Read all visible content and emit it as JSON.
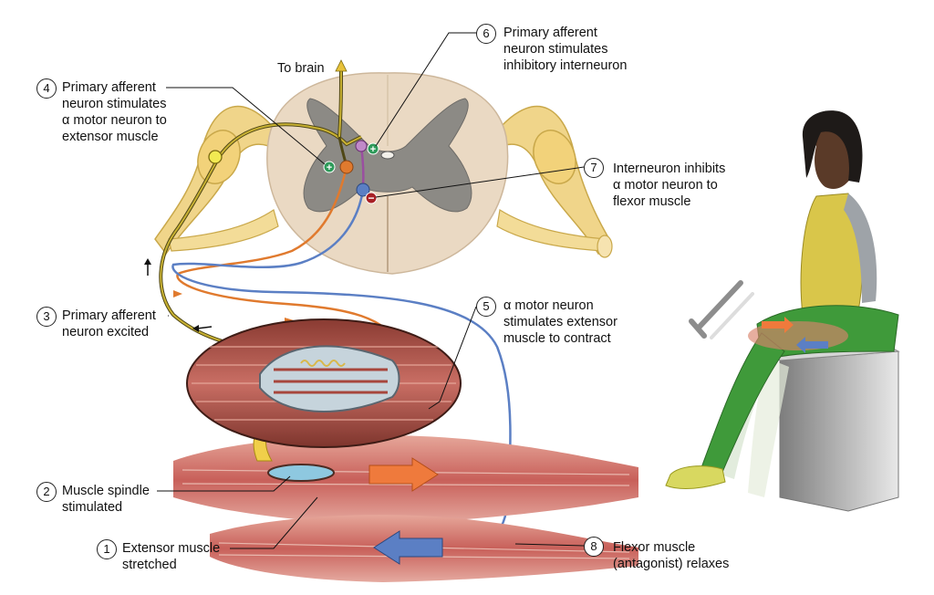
{
  "figure": {
    "to_brain": "To brain",
    "steps": [
      {
        "num": "1",
        "text": "Extensor muscle\nstretched"
      },
      {
        "num": "2",
        "text": "Muscle spindle\nstimulated"
      },
      {
        "num": "3",
        "text": "Primary afferent\nneuron excited"
      },
      {
        "num": "4",
        "text": "Primary afferent\nneuron stimulates\nα motor neuron to\nextensor muscle"
      },
      {
        "num": "5",
        "text": "α motor neuron\nstimulates extensor\nmuscle to contract"
      },
      {
        "num": "6",
        "text": "Primary afferent\nneuron stimulates\ninhibitory interneuron"
      },
      {
        "num": "7",
        "text": "Interneuron inhibits\nα motor neuron to\nflexor muscle"
      },
      {
        "num": "8",
        "text": "Flexor muscle\n(antagonist) relaxes"
      }
    ],
    "signs": {
      "plus": "+",
      "minus": "−"
    }
  },
  "colors": {
    "afferent": "#7a6a10",
    "motor": "#e07a2e",
    "flexor_motor": "#5b7fc4",
    "interneuron": "#9a4fa0",
    "muscle": "#c9645a",
    "gray_matter": "#8c8a85",
    "white_matter": "#ead9c3",
    "nerve": "#f0d58a"
  }
}
